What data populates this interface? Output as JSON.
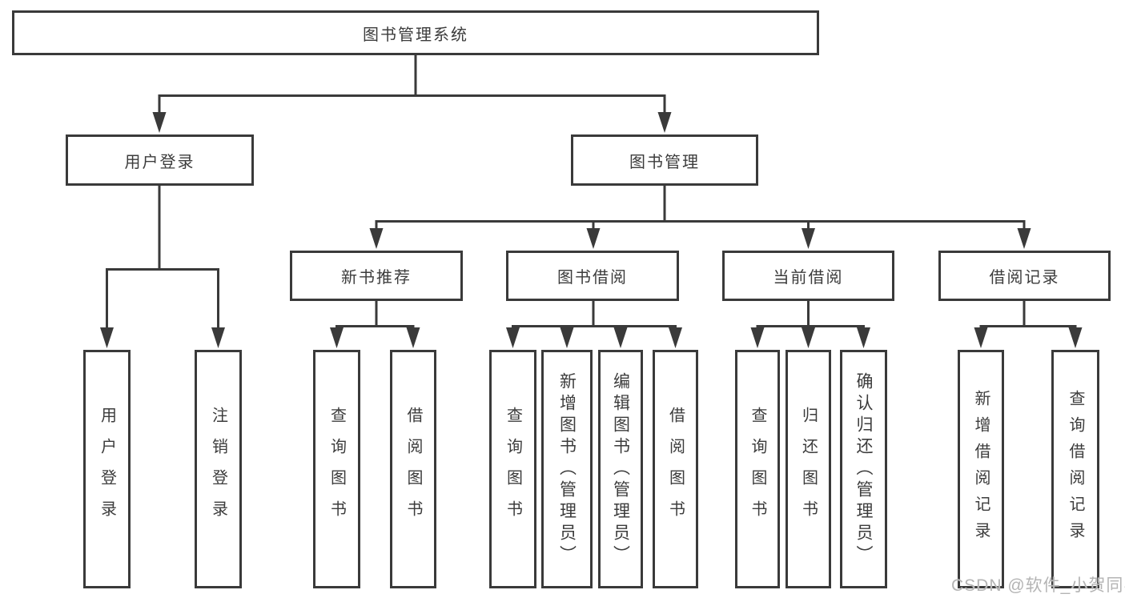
{
  "nodes": {
    "root": "图书管理系统",
    "user_login": "用户登录",
    "book_management": "图书管理",
    "new_book_recommend": "新书推荐",
    "book_borrowing": "图书借阅",
    "current_borrowing": "当前借阅",
    "borrowing_records": "借阅记录",
    "ul_user_login": "用户登录",
    "ul_logout": "注销登录",
    "nbr_query_books": "查询图书",
    "nbr_borrow_books": "借阅图书",
    "bb_query_books": "查询图书",
    "bb_add_books_admin": "新增图书（管理员）",
    "bb_edit_books_admin": "编辑图书（管理员）",
    "bb_borrow_books": "借阅图书",
    "cb_query_books": "查询图书",
    "cb_return_books": "归还图书",
    "cb_confirm_return_admin": "确认归还（管理员）",
    "br_add_borrow_record": "新增借阅记录",
    "br_query_borrow_record": "查询借阅记录"
  },
  "watermark": "CSDN @软件_小贺同学",
  "colors": {
    "line": "#3a3a3a",
    "text": "#3c3c3c",
    "background": "#ffffff",
    "watermark": "#b4b4b4"
  }
}
